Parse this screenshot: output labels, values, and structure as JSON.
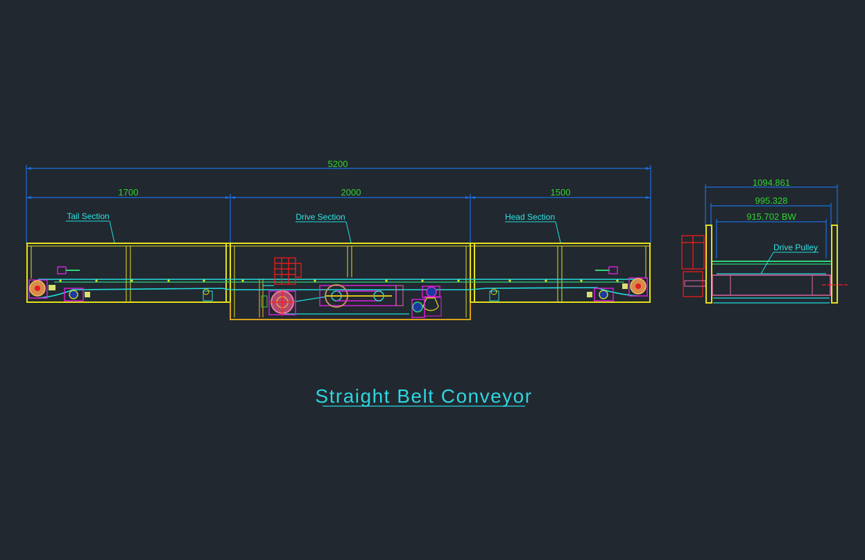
{
  "drawing": {
    "title": "Straight Belt Conveyor",
    "side_view": {
      "overall_length": "5200",
      "sections": [
        {
          "length": "1700",
          "label": "Tail Section"
        },
        {
          "length": "2000",
          "label": "Drive Section"
        },
        {
          "length": "1500",
          "label": "Head Section"
        }
      ]
    },
    "end_view": {
      "dims": [
        "1094.861",
        "995.328",
        "915.702 BW"
      ],
      "label": "Drive Pulley"
    }
  },
  "colors": {
    "background": "#212830",
    "dimension": "#1e6fe0",
    "dimension_text": "#2fd62f",
    "frame": "#e8e01a",
    "belt": "#22e0e0",
    "motor": "#ff1a1a"
  }
}
